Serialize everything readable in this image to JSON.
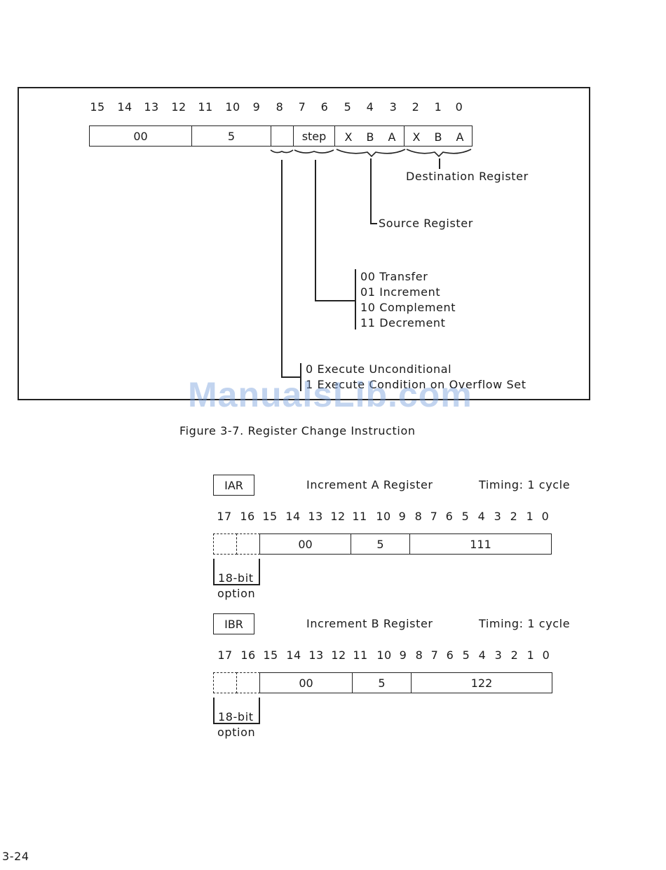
{
  "figure": {
    "bit_numbers": [
      "15",
      "14",
      "13",
      "12",
      "11",
      "10",
      "9",
      "8",
      "7",
      "6",
      "5",
      "4",
      "3",
      "2",
      "1",
      "0"
    ],
    "fields": [
      "00",
      "5",
      "",
      "step",
      "X",
      "B",
      "A",
      "X",
      "B",
      "A"
    ],
    "destination_label": "Destination Register",
    "source_label": "Source Register",
    "step_options": [
      "00 Transfer",
      "01 Increment",
      "10 Complement",
      "11 Decrement"
    ],
    "cond_options": [
      "0 Execute Unconditional",
      "1 Execute Condition on Overflow Set"
    ],
    "caption": "Figure 3-7.  Register Change Instruction"
  },
  "watermark": "ManualsLib.com",
  "instructions": [
    {
      "mnemonic": "IAR",
      "description": "Increment A Register",
      "timing": "Timing:  1 cycle",
      "bit_numbers": [
        "17",
        "16",
        "15",
        "14",
        "13",
        "12",
        "11",
        "10",
        "9",
        "8",
        "7",
        "6",
        "5",
        "4",
        "3",
        "2",
        "1",
        "0"
      ],
      "fields": [
        "00",
        "5",
        "111"
      ],
      "option_label_1": "18-bit",
      "option_label_2": "option"
    },
    {
      "mnemonic": "IBR",
      "description": "Increment B Register",
      "timing": "Timing:  1 cycle",
      "bit_numbers": [
        "17",
        "16",
        "15",
        "14",
        "13",
        "12",
        "11",
        "10",
        "9",
        "8",
        "7",
        "6",
        "5",
        "4",
        "3",
        "2",
        "1",
        "0"
      ],
      "fields": [
        "00",
        "5",
        "122"
      ],
      "option_label_1": "18-bit",
      "option_label_2": "option"
    }
  ],
  "page_number": "3-24"
}
